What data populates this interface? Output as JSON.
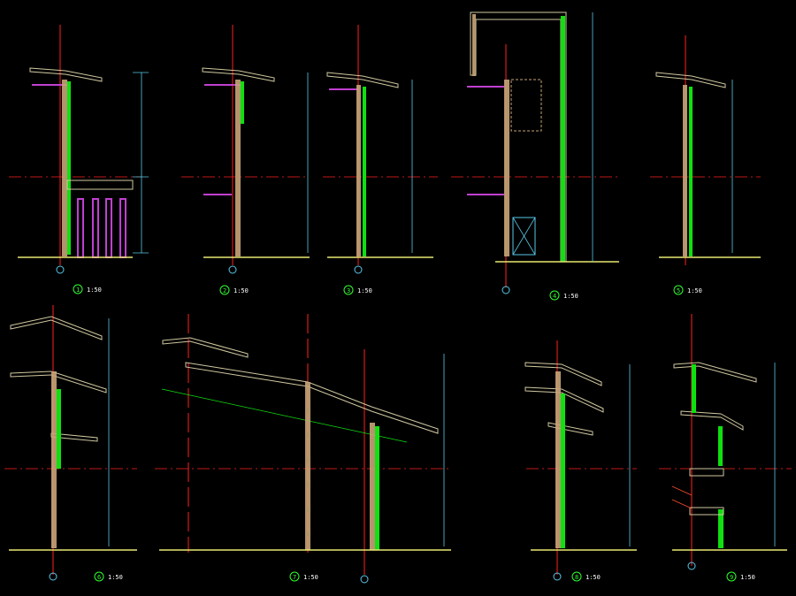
{
  "drawing": {
    "background": "#000000",
    "colors": {
      "section_line": "#ff2020",
      "dim_line": "#58c8e8",
      "grade_line": "#e8e870",
      "glazing": "#10e010",
      "wall_fill": "#c8a478",
      "slab": "#d0c8a0",
      "rail": "#c040d0",
      "hatch": "#e8e8e8",
      "bubble": "#30ff30",
      "label": "#ffffff"
    },
    "details": [
      {
        "id": "1",
        "scale": "1:50"
      },
      {
        "id": "2",
        "scale": "1:50"
      },
      {
        "id": "3",
        "scale": "1:50"
      },
      {
        "id": "4",
        "scale": "1:50"
      },
      {
        "id": "5",
        "scale": "1:50"
      },
      {
        "id": "6",
        "scale": "1:50"
      },
      {
        "id": "7",
        "scale": "1:50"
      },
      {
        "id": "8",
        "scale": "1:50"
      },
      {
        "id": "9",
        "scale": "1:50"
      }
    ]
  }
}
